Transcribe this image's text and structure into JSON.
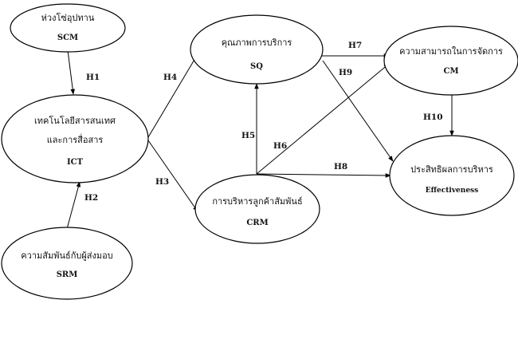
{
  "nodes": {
    "scm": {
      "label": "ห่วงโซ่อุปทาน",
      "abbr": "SCM"
    },
    "ict": {
      "label_line1": "เทคโนโลยีสารสนเทศ",
      "label_line2": "และการสื่อสาร",
      "abbr": "ICT"
    },
    "srm": {
      "label": "ความสัมพันธ์กับผู้ส่งมอบ",
      "abbr": "SRM"
    },
    "sq": {
      "label": "คุณภาพการบริการ",
      "abbr": "SQ"
    },
    "crm": {
      "label": "การบริหารลูกค้าสัมพันธ์",
      "abbr": "CRM"
    },
    "cm": {
      "label": "ความสามารถในการจัดการ",
      "abbr": "CM"
    },
    "eff": {
      "label": "ประสิทธิผลการบริหาร",
      "abbr": "Effectiveness"
    }
  },
  "hypotheses": {
    "h1": "H1",
    "h2": "H2",
    "h3": "H3",
    "h4": "H4",
    "h5": "H5",
    "h6": "H6",
    "h7": "H7",
    "h8": "H8",
    "h9": "H9",
    "h10": "H10"
  },
  "colors": {
    "stroke": "#000000",
    "text": "#111111"
  }
}
